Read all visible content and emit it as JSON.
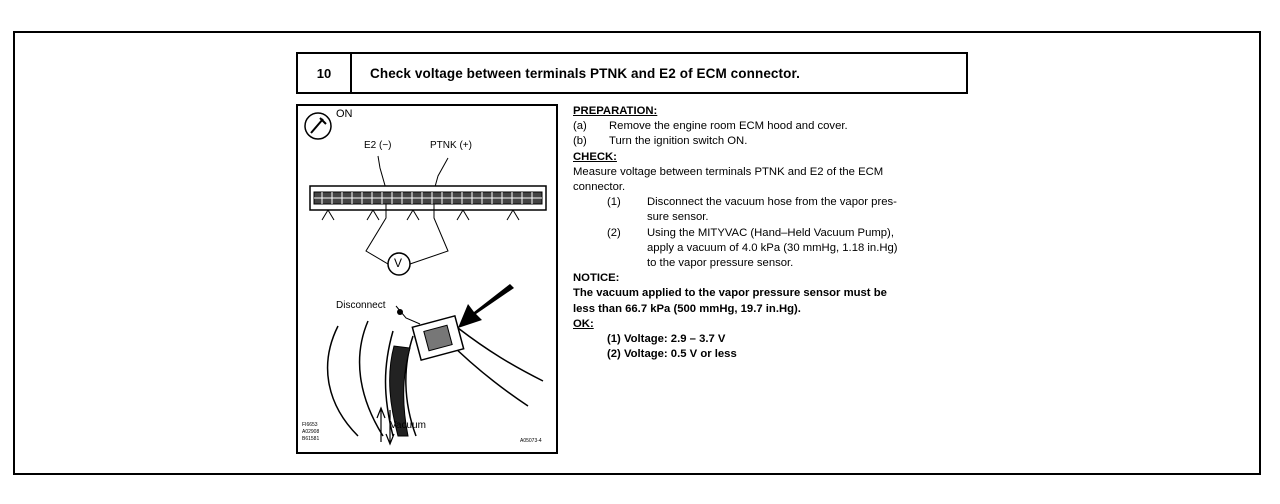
{
  "step": {
    "number": "10",
    "title": "Check voltage between terminals PTNK and E2 of ECM connector."
  },
  "figure": {
    "ignition_label": "ON",
    "e2_label": "E2 (−)",
    "ptnk_label": "PTNK (+)",
    "voltmeter_symbol": "V",
    "disconnect_label": "Disconnect",
    "vacuum_label": "Vacuum",
    "code_lines": [
      "FI6653",
      "A02908",
      "B61581"
    ],
    "figure_code": "A05073-4"
  },
  "preparation": {
    "heading": "PREPARATION:",
    "items": [
      {
        "label": "(a)",
        "text": "Remove the engine room ECM hood and cover."
      },
      {
        "label": "(b)",
        "text": "Turn the ignition switch ON."
      }
    ]
  },
  "check": {
    "heading": "CHECK:",
    "intro_line1": "Measure voltage between terminals PTNK and E2 of the ECM",
    "intro_line2": "connector.",
    "steps": [
      {
        "label": "(1)",
        "lines": [
          "Disconnect the vacuum hose from the vapor pres-",
          "sure sensor."
        ]
      },
      {
        "label": "(2)",
        "lines": [
          "Using the MITYVAC (Hand–Held Vacuum Pump),",
          "apply a vacuum of 4.0 kPa (30 mmHg, 1.18 in.Hg)",
          "to the vapor pressure sensor."
        ]
      }
    ]
  },
  "notice": {
    "heading": "NOTICE:",
    "line1": "The vacuum applied to the vapor pressure sensor must be",
    "line2": "less than 66.7 kPa (500 mmHg, 19.7 in.Hg)."
  },
  "ok": {
    "heading": "OK:",
    "items": [
      "(1) Voltage: 2.9 – 3.7 V",
      "(2) Voltage: 0.5 V or less"
    ]
  }
}
